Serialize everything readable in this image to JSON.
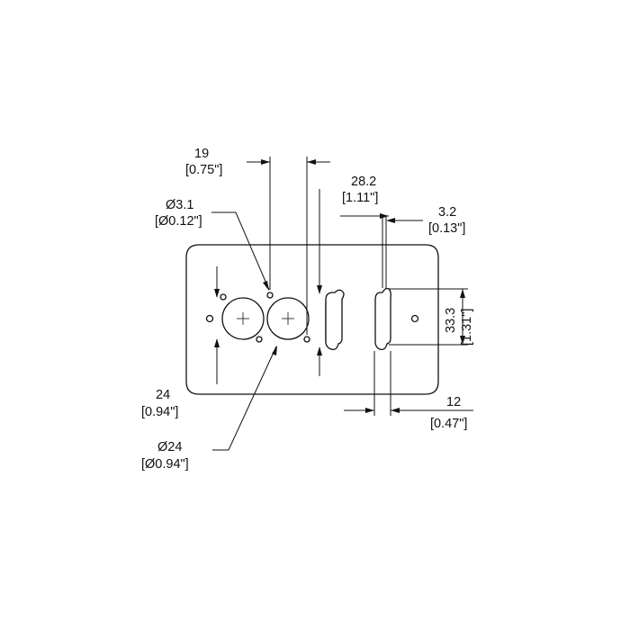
{
  "dimensions": {
    "pitch_19": {
      "value": "19",
      "inch": "[0.75\"]"
    },
    "hole_3_1": {
      "value": "Ø3.1",
      "inch": "[Ø0.12\"]"
    },
    "width_28_2": {
      "value": "28.2",
      "inch": "[1.11\"]"
    },
    "width_3_2": {
      "value": "3.2",
      "inch": "[0.13\"]"
    },
    "height_33_3": {
      "value": "33.3",
      "inch": "[1.31\"]"
    },
    "height_24": {
      "value": "24",
      "inch": "[0.94\"]"
    },
    "hole_24": {
      "value": "Ø24",
      "inch": "[Ø0.94\"]"
    },
    "offset_12": {
      "value": "12",
      "inch": "[0.47\"]"
    }
  }
}
